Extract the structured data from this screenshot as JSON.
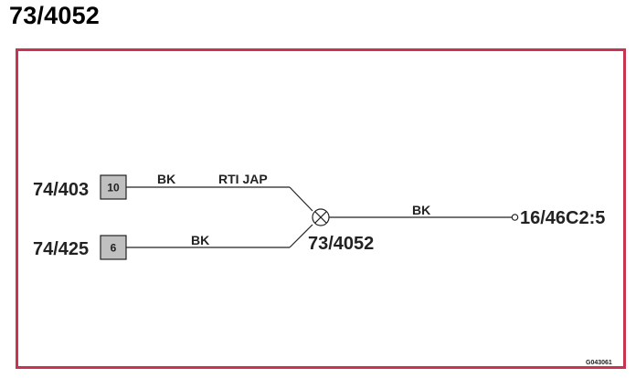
{
  "title": "73/4052",
  "diagram": {
    "connectors": [
      {
        "name": "74/403",
        "pin": "10",
        "wire_color": "BK",
        "wire_note": "RTI JAP"
      },
      {
        "name": "74/425",
        "pin": "6",
        "wire_color": "BK"
      }
    ],
    "splice": {
      "name": "73/4052"
    },
    "output": {
      "wire_color": "BK",
      "terminal": "16/46C2:5"
    },
    "reference_code": "G043061"
  },
  "colors": {
    "frame": "#c8334f",
    "pin_fill": "#c0c0c0",
    "line": "#222222"
  }
}
